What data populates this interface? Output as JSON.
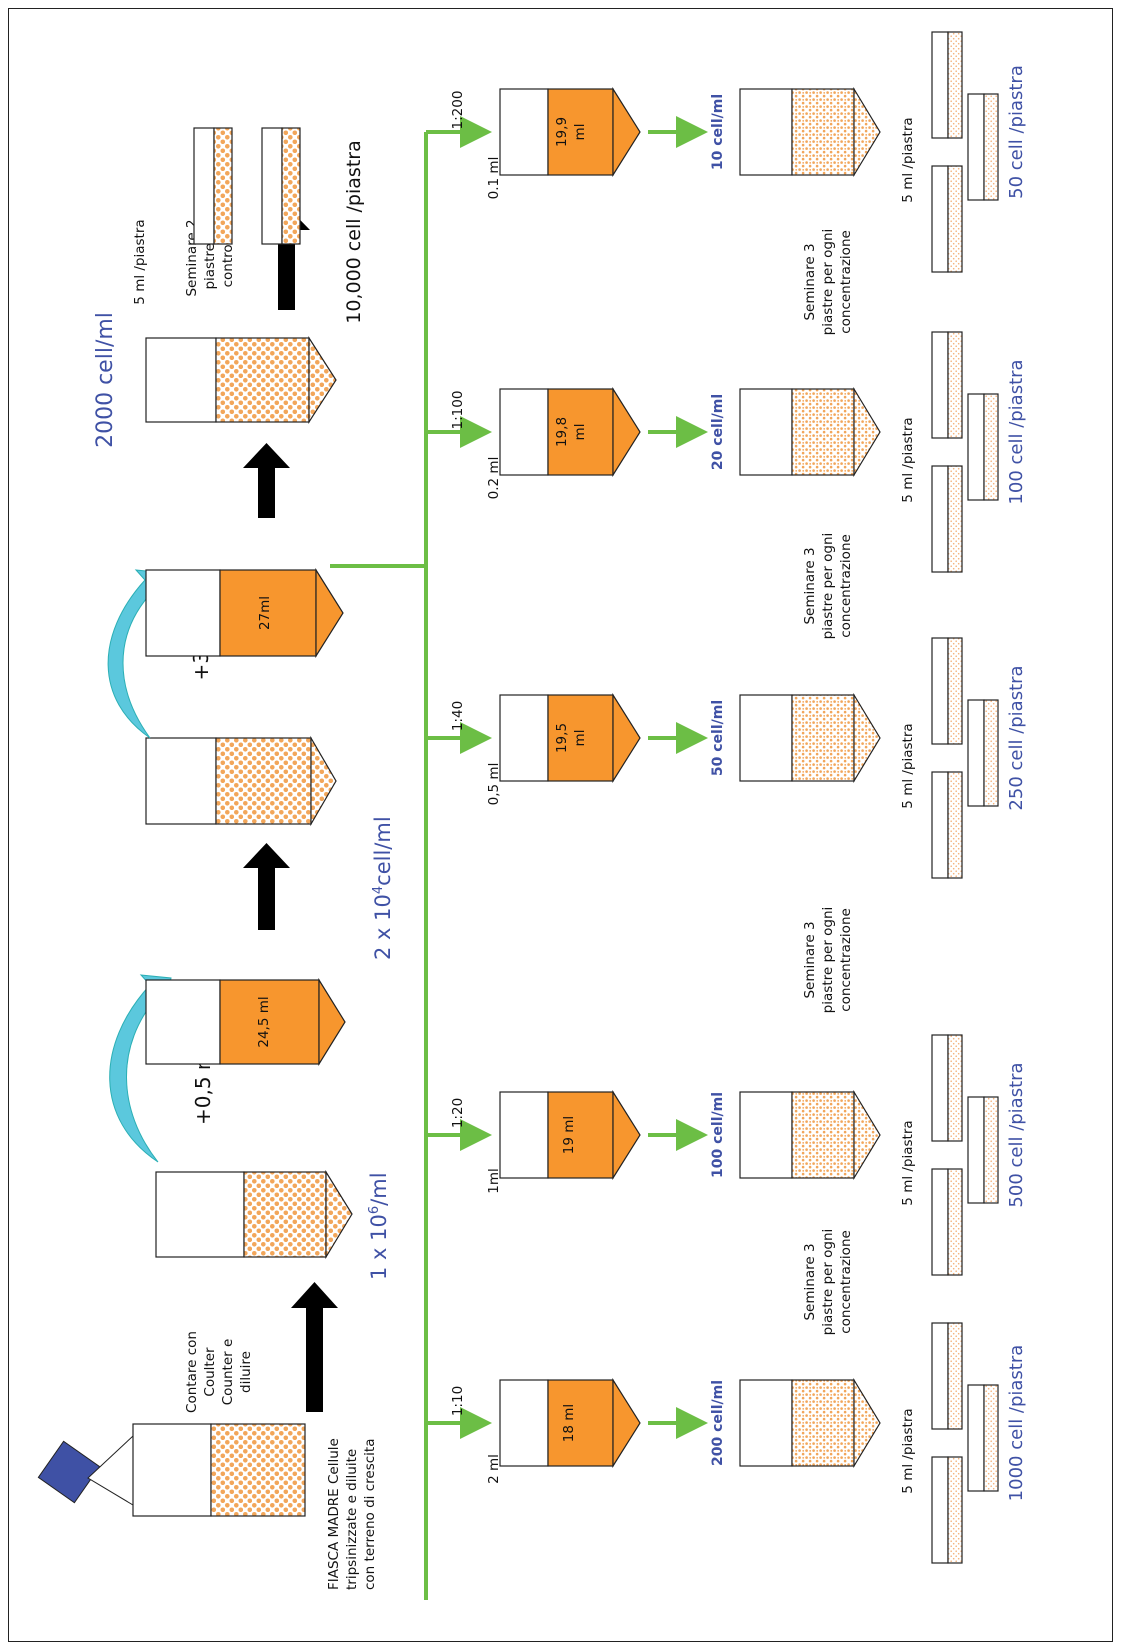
{
  "colors": {
    "orange": "#F7962E",
    "dot": "#F2A65A",
    "green": "#6CBE45",
    "blue_text": "#3F51A5",
    "cyan": "#5BC8DD",
    "cyan_dark": "#2BAFB5",
    "flask_cap": "#3F51A5",
    "black": "#000000"
  },
  "stock": {
    "label_line1": "FIASCA MADRE Cellule",
    "label_line2": "tripsinizzate e diluite",
    "label_line3": "con terreno di crescita",
    "count_line1": "Contare con",
    "count_line2": "Coulter",
    "count_line3": "Counter e",
    "count_line4": "diluire",
    "conc_prefix": "1 x 10",
    "conc_exp": "6",
    "conc_suffix": "/ml"
  },
  "step1": {
    "add": "+0,5 ml",
    "tube_volume": "24,5 ml",
    "conc_prefix": "2 x 10",
    "conc_exp": "4",
    "conc_suffix": "cell/ml"
  },
  "step2": {
    "add": "+3 ml",
    "tube_volume": "27ml",
    "conc": "2000 cell/ml"
  },
  "control": {
    "instruction_line1": "Seminare 2",
    "instruction_line2": "piastre di",
    "instruction_line3": "controllo",
    "volume": "5 ml /piastra",
    "cells": "10,000 cell /piastra"
  },
  "dilutions": [
    {
      "ratio": "1:10",
      "transfer": "2 ml",
      "medium": "18 ml",
      "conc": "200 cell/ml",
      "plating_volume": "5 ml /piastra",
      "plating": "1000 cell /piastra"
    },
    {
      "ratio": "1:20",
      "transfer": "1ml",
      "medium": "19 ml",
      "conc": "100 cell/ml",
      "plating_volume": "5 ml /piastra",
      "plating": "500 cell /piastra"
    },
    {
      "ratio": "1:40",
      "transfer": "0,5 ml",
      "medium_line1": "19,5",
      "medium_line2": "ml",
      "conc": "50 cell/ml",
      "plating_volume": "5 ml /piastra",
      "plating": "250 cell /piastra"
    },
    {
      "ratio": "1:100",
      "transfer": "0.2 ml",
      "medium_line1": "19,8",
      "medium_line2": "ml",
      "conc": "20 cell/ml",
      "plating_volume": "5 ml /piastra",
      "plating": "100 cell /piastra"
    },
    {
      "ratio": "1:200",
      "transfer": "0.1 ml",
      "medium_line1": "19,9",
      "medium_line2": "ml",
      "conc": "10 cell/ml",
      "plating_volume": "5 ml /piastra",
      "plating": "50 cell /piastra"
    }
  ],
  "seed_note": {
    "line1": "Seminare 3",
    "line2": "piastre per ogni",
    "line3": "concentrazione"
  }
}
